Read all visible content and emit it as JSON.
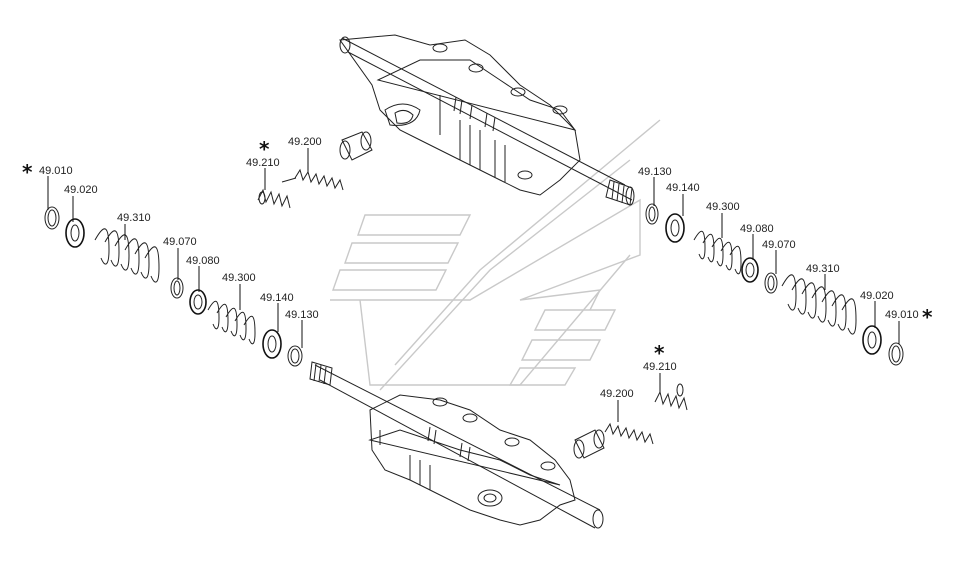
{
  "labels": {
    "top_left": {
      "p49210": "49.210",
      "p49200": "49.200",
      "mark": "*"
    },
    "left_stack": {
      "p49010": "49.010",
      "p49010_mark": "*",
      "p49020": "49.020",
      "p49310": "49.310",
      "p49070": "49.070",
      "p49080": "49.080",
      "p49300": "49.300",
      "p49140": "49.140",
      "p49130": "49.130"
    },
    "right_stack": {
      "p49130": "49.130",
      "p49140": "49.140",
      "p49300": "49.300",
      "p49080": "49.080",
      "p49070": "49.070",
      "p49310": "49.310",
      "p49020": "49.020",
      "p49010": "49.010",
      "p49010_mark": "*"
    },
    "bottom_right": {
      "p49210": "49.210",
      "p49200": "49.200",
      "mark": "*"
    }
  },
  "colors": {
    "line": "#111111",
    "watermark": "#c9c9c9",
    "background": "#ffffff"
  },
  "icons": {
    "watermark": "brand-logo-watermark",
    "mark": "asterisk"
  }
}
